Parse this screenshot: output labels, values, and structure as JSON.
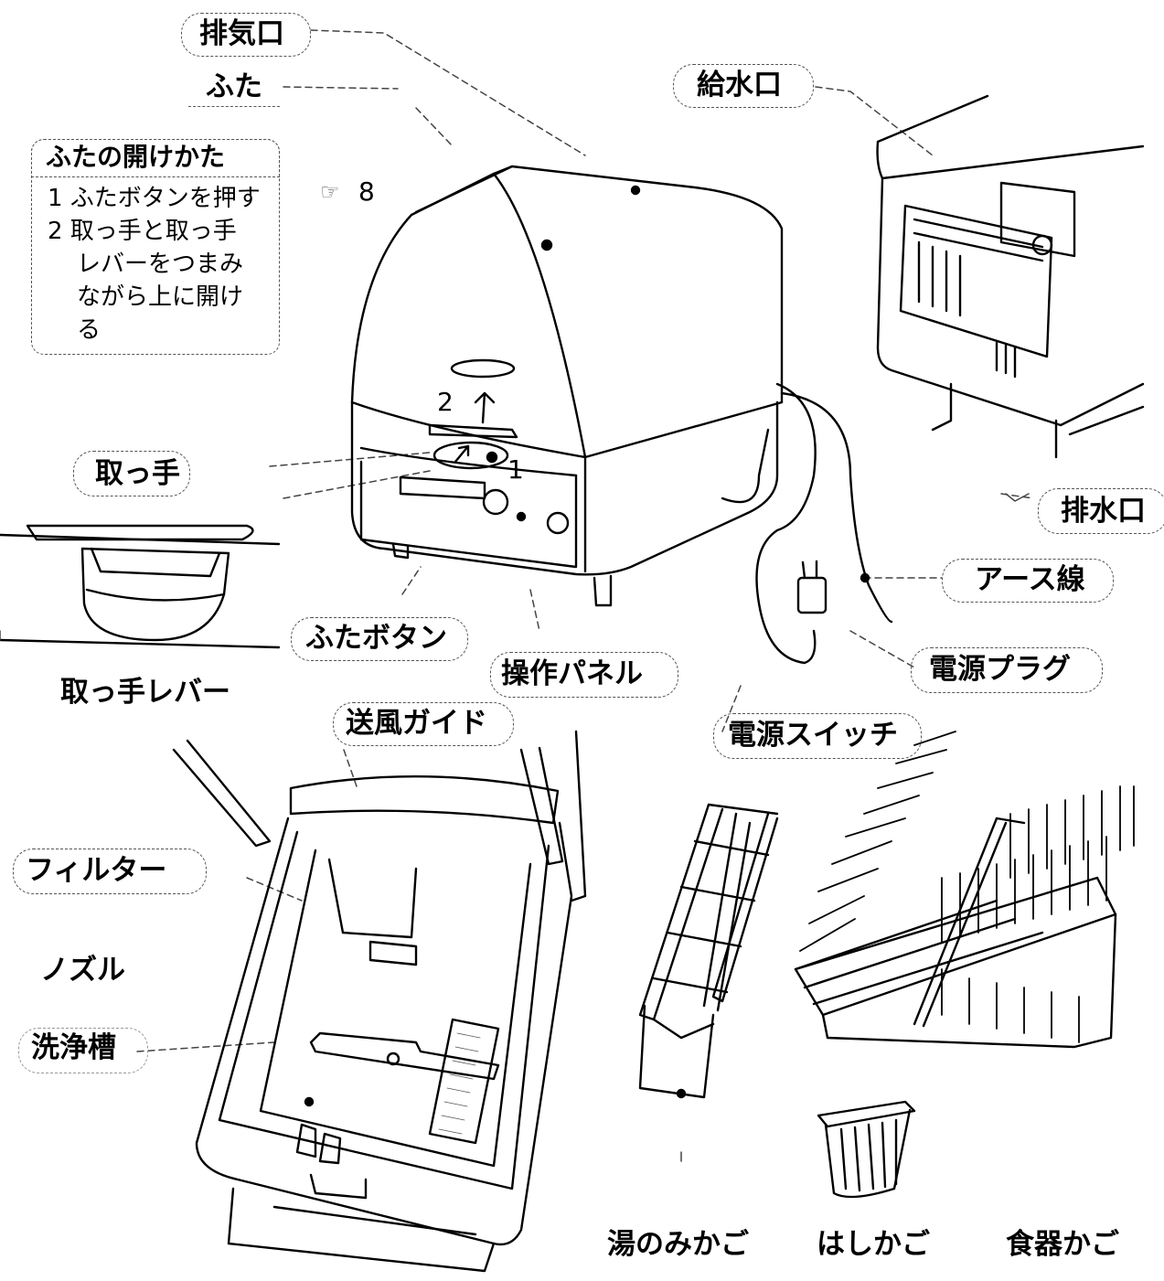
{
  "labels": {
    "exhaust_port": "排気口",
    "lid": "ふた",
    "water_inlet": "給水口",
    "handle": "取っ手",
    "drain_port": "排水口",
    "ground_wire": "アース線",
    "lid_button": "ふたボタン",
    "control_panel": "操作パネル",
    "power_plug": "電源プラグ",
    "handle_lever": "取っ手レバー",
    "air_guide": "送風ガイド",
    "power_switch": "電源スイッチ",
    "filter": "フィルター",
    "nozzle": "ノズル",
    "wash_tub": "洗浄槽",
    "cup_basket": "湯のみかご",
    "chopstick_basket": "はしかご",
    "dish_basket": "食器かご"
  },
  "instructions": {
    "title": "ふたの開けかた",
    "lines": [
      "1 ふたボタンを押す",
      "2 取っ手と取っ手",
      "レバーをつまみ",
      "ながら上に開け",
      "る"
    ]
  },
  "reference": {
    "arrow_mark": "☞",
    "page": "8"
  },
  "step_markers": {
    "one": "1",
    "two": "2"
  }
}
